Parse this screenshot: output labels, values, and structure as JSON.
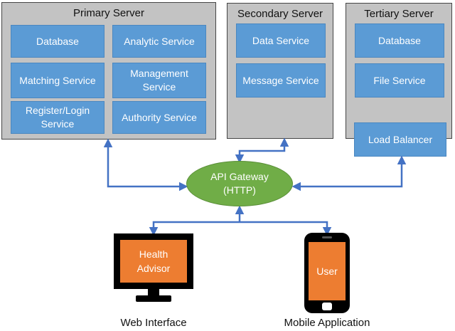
{
  "servers": {
    "primary": {
      "title": "Primary Server",
      "services": [
        "Database",
        "Analytic Service",
        "Matching Service",
        "Management\nService",
        "Register/Login\nService",
        "Authority Service"
      ]
    },
    "secondary": {
      "title": "Secondary Server",
      "services": [
        "Data Service",
        "Message Service"
      ]
    },
    "tertiary": {
      "title": "Tertiary Server",
      "services": [
        "Database",
        "File Service"
      ],
      "load_balancer": "Load Balancer"
    }
  },
  "gateway": {
    "label": "API Gateway\n(HTTP)"
  },
  "clients": {
    "web": {
      "screen_label": "Health\nAdvisor",
      "caption": "Web Interface"
    },
    "mobile": {
      "screen_label": "User",
      "caption": "Mobile Application"
    }
  },
  "colors": {
    "server_fill": "#c3c3c3",
    "service_fill": "#5b9bd5",
    "gateway_fill": "#70ad47",
    "device_fill": "#ed7d31",
    "arrow": "#4472c4"
  }
}
